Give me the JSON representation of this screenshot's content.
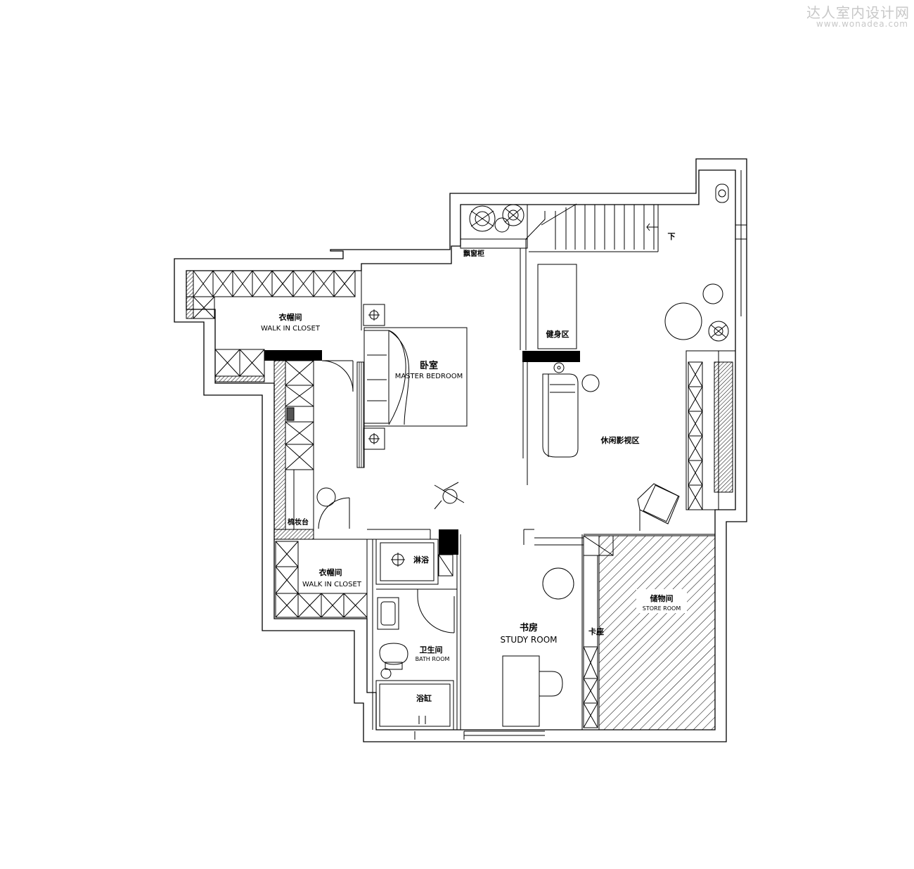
{
  "watermark": {
    "text_cn": "达人室内设计网",
    "url": "www.wonadea.com"
  },
  "rooms": {
    "closet_top": {
      "cn": "衣帽间",
      "en": "WALK IN CLOSET"
    },
    "master_bedroom": {
      "cn": "卧室",
      "en": "MASTER BEDROOM"
    },
    "bay_cabinet": {
      "cn": "飘窗柜"
    },
    "gym": {
      "cn": "健身区"
    },
    "lounge": {
      "cn": "休闲影视区"
    },
    "stairs_down": {
      "cn": "下"
    },
    "dresser": {
      "cn": "梳妆台"
    },
    "closet_bottom": {
      "cn": "衣帽间",
      "en": "WALK IN CLOSET"
    },
    "shower": {
      "cn": "淋浴"
    },
    "bath": {
      "cn": "卫生间",
      "en": "BATH ROOM"
    },
    "bathtub": {
      "cn": "浴缸"
    },
    "study": {
      "cn": "书房",
      "en": "STUDY ROOM"
    },
    "booth": {
      "cn": "卡座"
    },
    "store": {
      "cn": "储物间",
      "en": "STORE ROOM"
    }
  }
}
